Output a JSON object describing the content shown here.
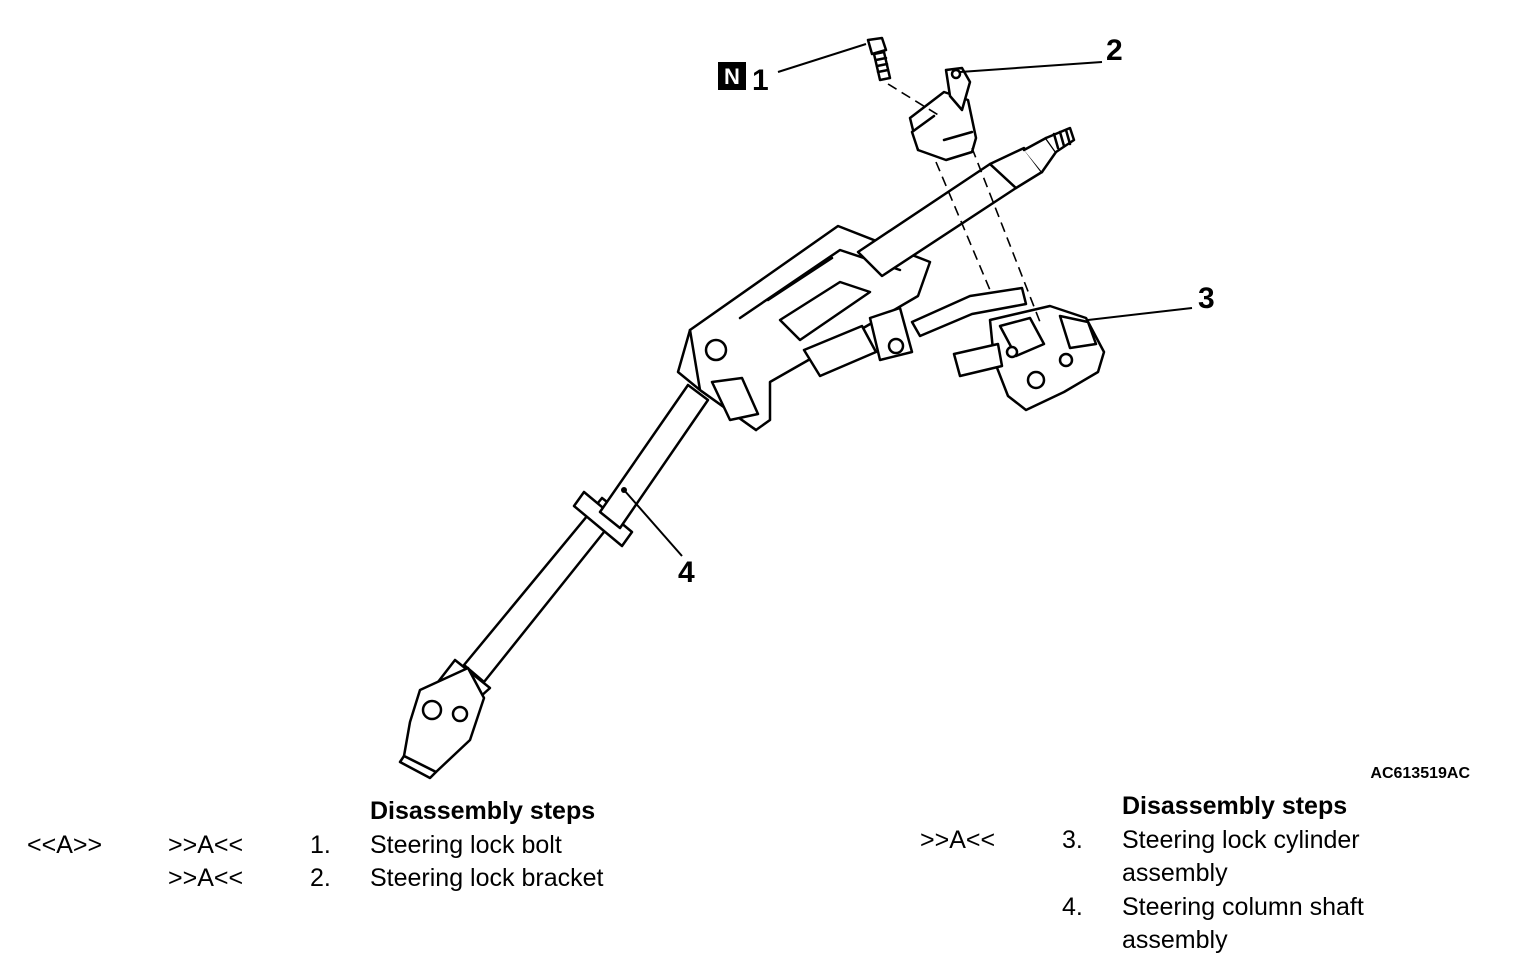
{
  "diagram": {
    "callouts": [
      "1",
      "2",
      "3",
      "4"
    ],
    "badge": "N",
    "figure_id": "AC613519AC"
  },
  "left_table": {
    "heading": "Disassembly steps",
    "rows": [
      {
        "c1": "<<A>>",
        "c2": ">>A<<",
        "num": "1.",
        "text": "Steering lock bolt"
      },
      {
        "c1": "",
        "c2": ">>A<<",
        "num": "2.",
        "text": "Steering lock bracket"
      }
    ]
  },
  "right_table": {
    "heading": "Disassembly steps",
    "rows": [
      {
        "c1": ">>A<<",
        "num": "3.",
        "text": "Steering lock cylinder",
        "text2": "assembly"
      },
      {
        "c1": "",
        "num": "4.",
        "text": "Steering column shaft",
        "text2": "assembly"
      }
    ]
  }
}
